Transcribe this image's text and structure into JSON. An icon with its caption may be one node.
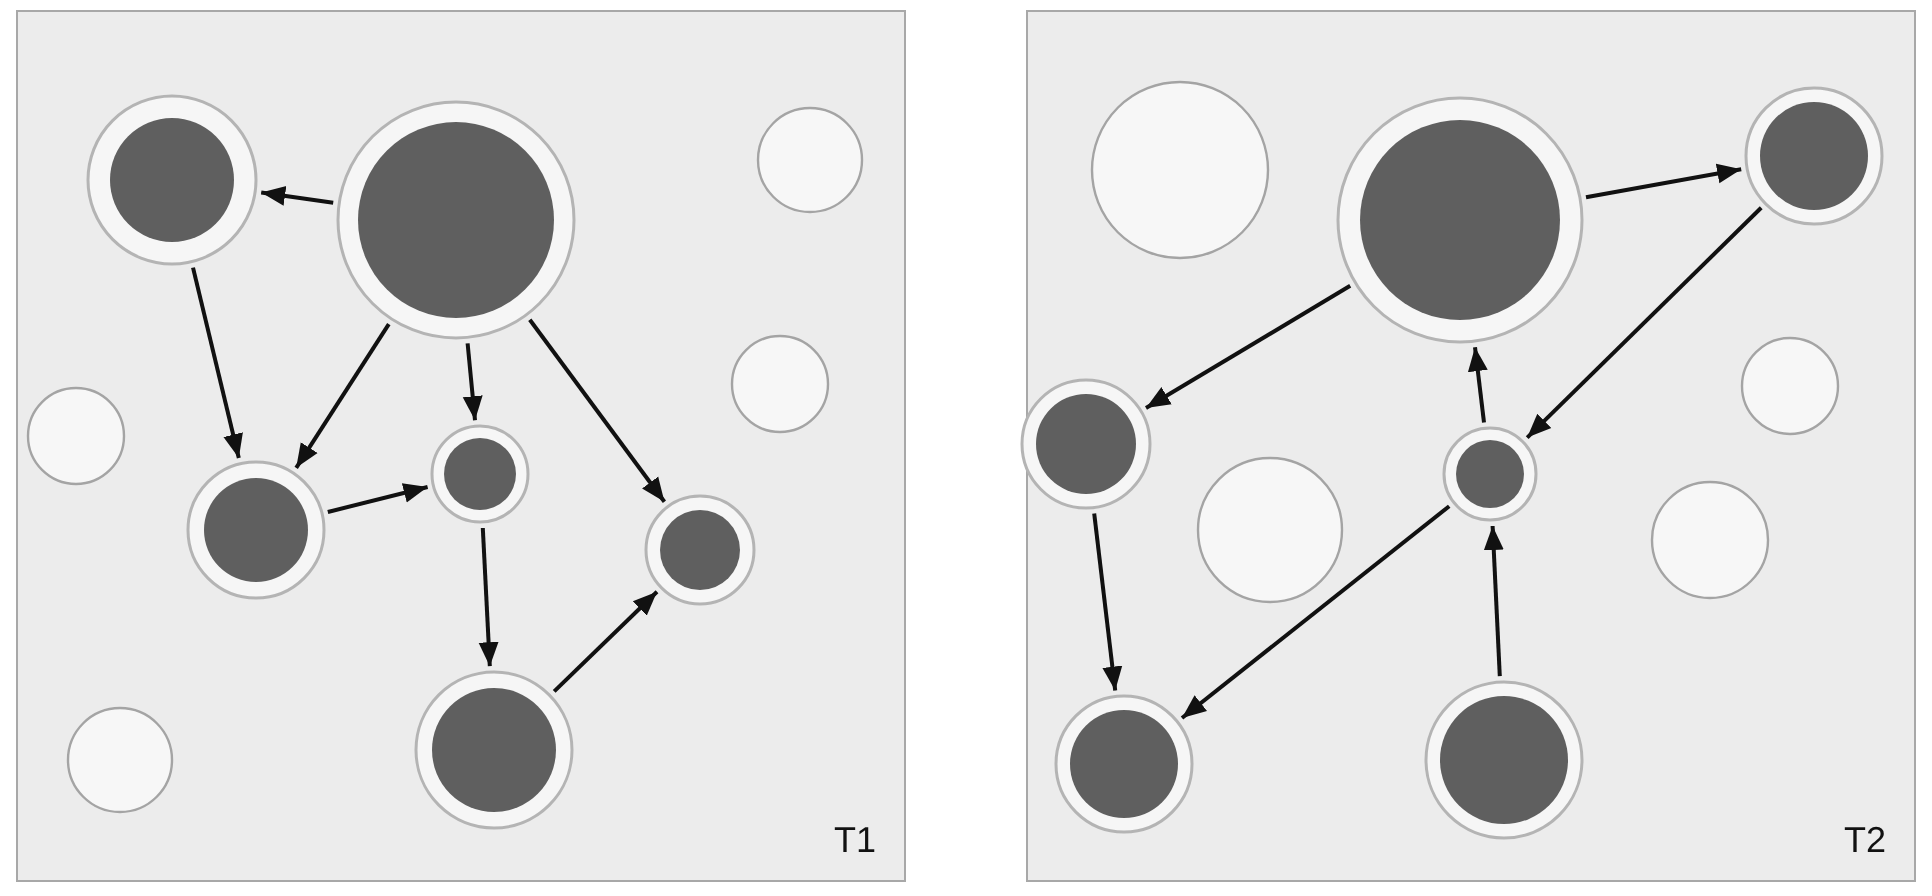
{
  "diagram": {
    "nodes": [
      {
        "text": [
          "T1"
        ]
      },
      {
        "text": [
          "T2"
        ]
      },
      {
        "text": [],
        "shape": "ring",
        "in": 0
      },
      {
        "text": [],
        "shape": "circle",
        "in": 0
      },
      {
        "text": [],
        "shape": "circle",
        "in": 0
      },
      {
        "text": [],
        "shape": "ring",
        "in": 0
      },
      {
        "text": [],
        "shape": "ring",
        "in": 0
      },
      {
        "text": [],
        "shape": "circle",
        "in": 0
      },
      {
        "text": [],
        "shape": "circle",
        "in": 0
      },
      {
        "text": [],
        "shape": "circle",
        "in": 0
      },
      {
        "text": [],
        "shape": "circle",
        "in": 0
      },
      {
        "text": [],
        "shape": "ring",
        "in": 0
      },
      {
        "text": [],
        "shape": "circle",
        "in": 1
      },
      {
        "text": [],
        "shape": "ring",
        "in": 1
      },
      {
        "text": [],
        "shape": "circle",
        "in": 1
      },
      {
        "text": [],
        "shape": "ring",
        "in": 1
      },
      {
        "text": [],
        "shape": "circle",
        "in": 1
      },
      {
        "text": [],
        "shape": "circle",
        "in": 1
      },
      {
        "text": [],
        "shape": "ring",
        "in": 1
      },
      {
        "text": [],
        "shape": "ring",
        "in": 1
      },
      {
        "text": [],
        "shape": "circle",
        "in": 1
      },
      {
        "text": [],
        "shape": "circle",
        "in": 1
      }
    ],
    "edges": [
      {
        "from": 4,
        "to": 3,
        "arrow": "to"
      },
      {
        "from": 3,
        "to": 8,
        "arrow": "to"
      },
      {
        "from": 4,
        "to": 8,
        "arrow": "to"
      },
      {
        "from": 4,
        "to": 7,
        "arrow": "to"
      },
      {
        "from": 4,
        "to": 9,
        "arrow": "to"
      },
      {
        "from": 8,
        "to": 7,
        "arrow": "to"
      },
      {
        "from": 7,
        "to": 10,
        "arrow": "to"
      },
      {
        "from": 10,
        "to": 9,
        "arrow": "to"
      },
      {
        "from": 14,
        "to": 12,
        "arrow": "to"
      },
      {
        "from": 12,
        "to": 17,
        "arrow": "to"
      },
      {
        "from": 17,
        "to": 14,
        "arrow": "to"
      },
      {
        "from": 14,
        "to": 16,
        "arrow": "to"
      },
      {
        "from": 16,
        "to": 20,
        "arrow": "to"
      },
      {
        "from": 17,
        "to": 20,
        "arrow": "to"
      },
      {
        "from": 21,
        "to": 17,
        "arrow": "to"
      }
    ]
  }
}
